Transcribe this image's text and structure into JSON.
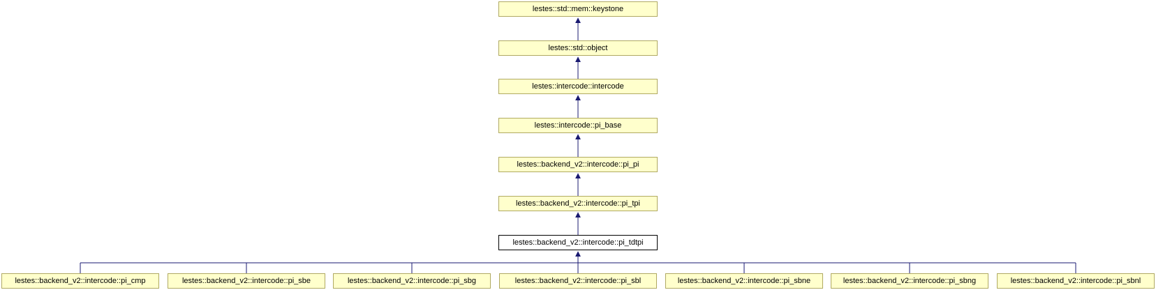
{
  "diagram": {
    "kind": "class-inheritance-graph",
    "colors": {
      "node_fill": "#ffffcc",
      "node_border": "#b0a962",
      "highlight_fill": "#ffffff",
      "highlight_border": "#000000",
      "edge": "#191970",
      "text": "#000000"
    },
    "chain": [
      {
        "label": "lestes::std::mem::keystone",
        "highlighted": false
      },
      {
        "label": "lestes::std::object",
        "highlighted": false
      },
      {
        "label": "lestes::intercode::intercode",
        "highlighted": false
      },
      {
        "label": "lestes::intercode::pi_base",
        "highlighted": false
      },
      {
        "label": "lestes::backend_v2::intercode::pi_pi",
        "highlighted": false
      },
      {
        "label": "lestes::backend_v2::intercode::pi_tpi",
        "highlighted": false
      },
      {
        "label": "lestes::backend_v2::intercode::pi_tdtpi",
        "highlighted": true
      }
    ],
    "children": [
      {
        "label": "lestes::backend_v2::intercode::pi_cmp"
      },
      {
        "label": "lestes::backend_v2::intercode::pi_sbe"
      },
      {
        "label": "lestes::backend_v2::intercode::pi_sbg"
      },
      {
        "label": "lestes::backend_v2::intercode::pi_sbl"
      },
      {
        "label": "lestes::backend_v2::intercode::pi_sbne"
      },
      {
        "label": "lestes::backend_v2::intercode::pi_sbng"
      },
      {
        "label": "lestes::backend_v2::intercode::pi_sbnl"
      }
    ]
  }
}
